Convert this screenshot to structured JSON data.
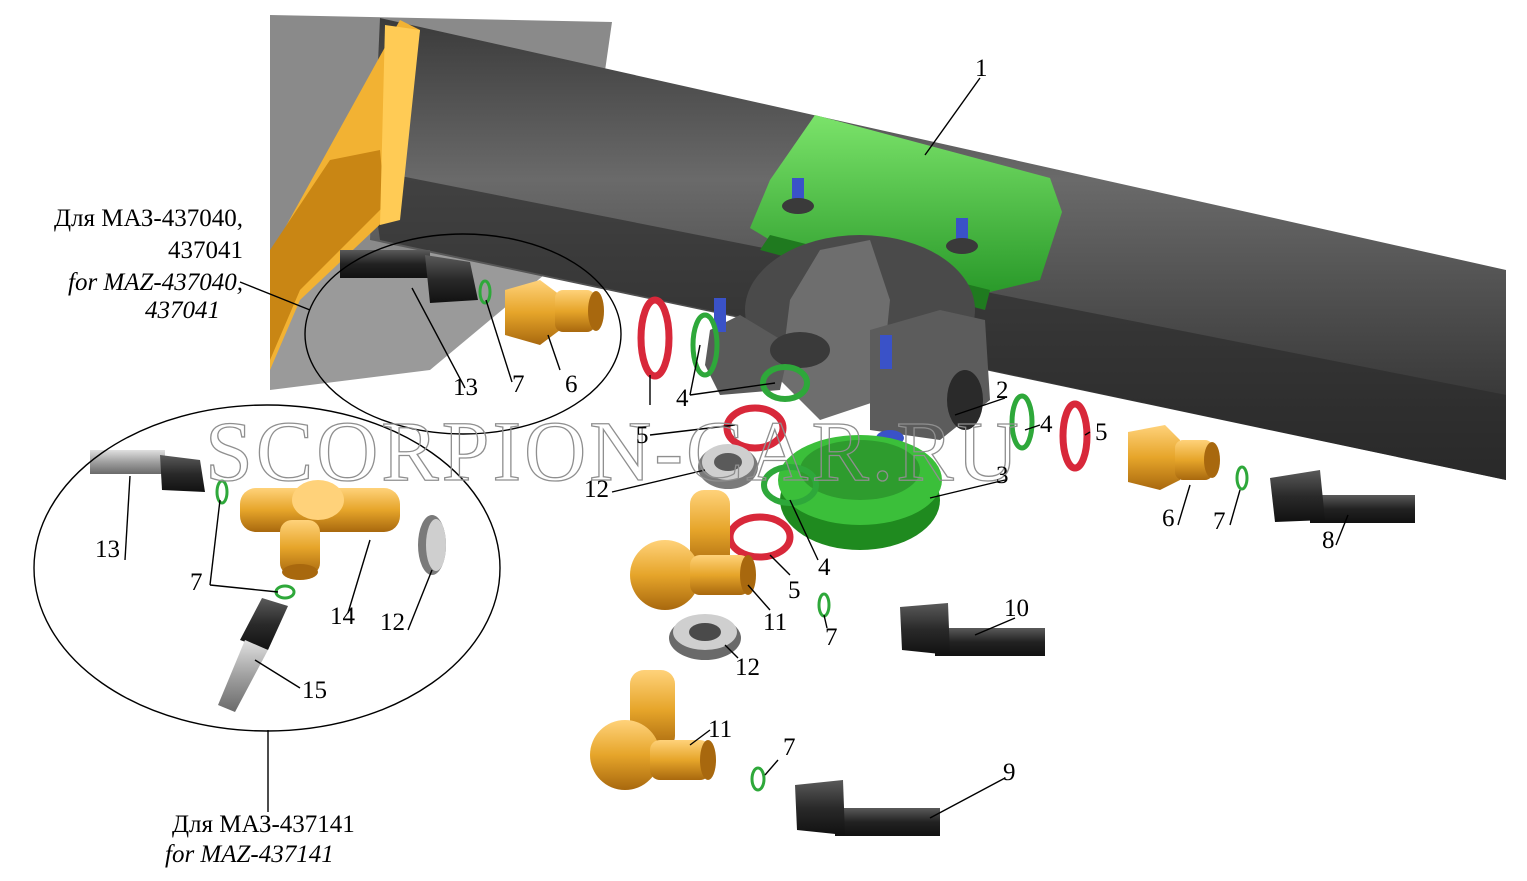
{
  "captions": {
    "top": {
      "ru_line1": "Для МАЗ-437040,",
      "ru_line2": "437041",
      "en_line1": "for MAZ-437040,",
      "en_line2": "437041"
    },
    "bottom": {
      "ru": "Для МАЗ-437141",
      "en": "for MAZ-437141"
    }
  },
  "watermark": "SCORPION-CAR.RU",
  "callouts": {
    "c1": "1",
    "c2": "2",
    "c3": "3",
    "c4a": "4",
    "c4b": "4",
    "c4c": "4",
    "c5a": "5",
    "c5b": "5",
    "c5c": "5",
    "c6a": "6",
    "c6b": "6",
    "c7a": "7",
    "c7b": "7",
    "c7c": "7",
    "c7d": "7",
    "c7e": "7",
    "c8": "8",
    "c9": "9",
    "c10": "10",
    "c11a": "11",
    "c11b": "11",
    "c12a": "12",
    "c12b": "12",
    "c12c": "12",
    "c13a": "13",
    "c13b": "13",
    "c14": "14",
    "c15": "15"
  },
  "colors": {
    "frame_grey": "#4a4a4a",
    "frame_dark": "#2e2e2e",
    "bracket_green": "#3fbf3a",
    "part_gold": "#e6a52a",
    "seal_red": "#d8283a",
    "oring_green": "#2ea83a",
    "valve_grey": "#5a5a5a",
    "bolt_blue": "#3a52c8"
  }
}
